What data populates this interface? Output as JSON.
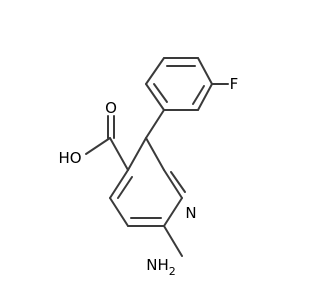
{
  "molecule": {
    "atoms": {
      "fluorine": "F",
      "hydroxyl": "HO",
      "carbonyl_oxygen": "O",
      "ring_nitrogen": "N",
      "amine": "NH",
      "amine_subscript": "2"
    },
    "colors": {
      "bond": "#3a3a3a",
      "text": "#000000",
      "background": "#ffffff"
    }
  }
}
